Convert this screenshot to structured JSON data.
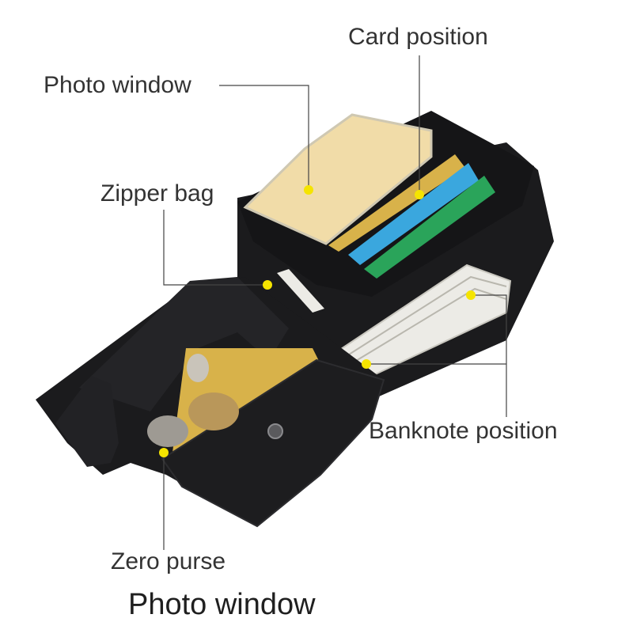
{
  "labels": {
    "photo_window": "Photo window",
    "card_position": "Card position",
    "zipper_bag": "Zipper bag",
    "banknote_position": "Banknote position",
    "zero_purse": "Zero purse"
  },
  "caption": "Photo window",
  "colors": {
    "marker": "#f5e400",
    "leader_line": "#444444",
    "leather": "#1b1b1d",
    "card_gold": "#d8b24a",
    "card_blue": "#3aa7de",
    "card_green": "#2aa45a",
    "photo_window": "#f1dca8",
    "banknotes": "#ecebe6"
  }
}
